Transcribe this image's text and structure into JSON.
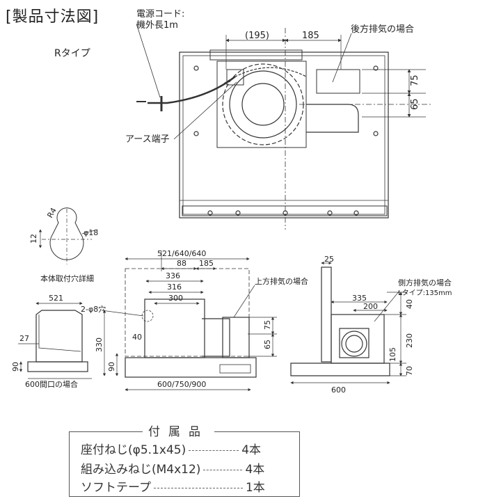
{
  "title": "[製品寸法図]",
  "type_label": "Rタイプ",
  "top_view": {
    "cord_note_line1": "電源コード:",
    "cord_note_line2": "機外長1m",
    "dim_195": "(195)",
    "dim_185": "185",
    "rear_exhaust": "後方排気の場合",
    "dim_75": "75",
    "dim_65": "65",
    "ground_terminal": "アース端子"
  },
  "hole_detail": {
    "r4": "R4",
    "dim_12": "12",
    "phi18": "φ18",
    "caption": "本体取付穴詳細"
  },
  "left_view": {
    "dim_521": "521",
    "dim_27": "27",
    "dim_90": "90",
    "caption": "600間口の場合"
  },
  "front_view": {
    "dim_521_640": "521/640/640",
    "dim_88": "88",
    "dim_185": "185",
    "dim_336": "336",
    "dim_316": "316",
    "dim_300": "300",
    "dim_2phi8": "2-φ8穴",
    "dim_40": "40",
    "dim_330": "330",
    "dim_90": "90",
    "top_exhaust": "上方排気の場合",
    "dim_75": "75",
    "dim_65": "65",
    "dim_600_750_900": "600/750/900"
  },
  "side_view": {
    "dim_25": "25",
    "side_exhaust": "側方排気の場合",
    "l_type": "Lタイプ:135mm",
    "dim_335": "335",
    "dim_200": "200",
    "dim_40": "40",
    "dim_230": "230",
    "dim_105": "105",
    "dim_70": "70",
    "dim_600": "600"
  },
  "accessories": {
    "title": "付属品",
    "items": [
      {
        "name": "座付ねじ(φ5.1x45)",
        "qty": "4本"
      },
      {
        "name": "組み込みねじ(M4x12)",
        "qty": "4本"
      },
      {
        "name": "ソフトテープ",
        "qty": "1本"
      }
    ]
  }
}
